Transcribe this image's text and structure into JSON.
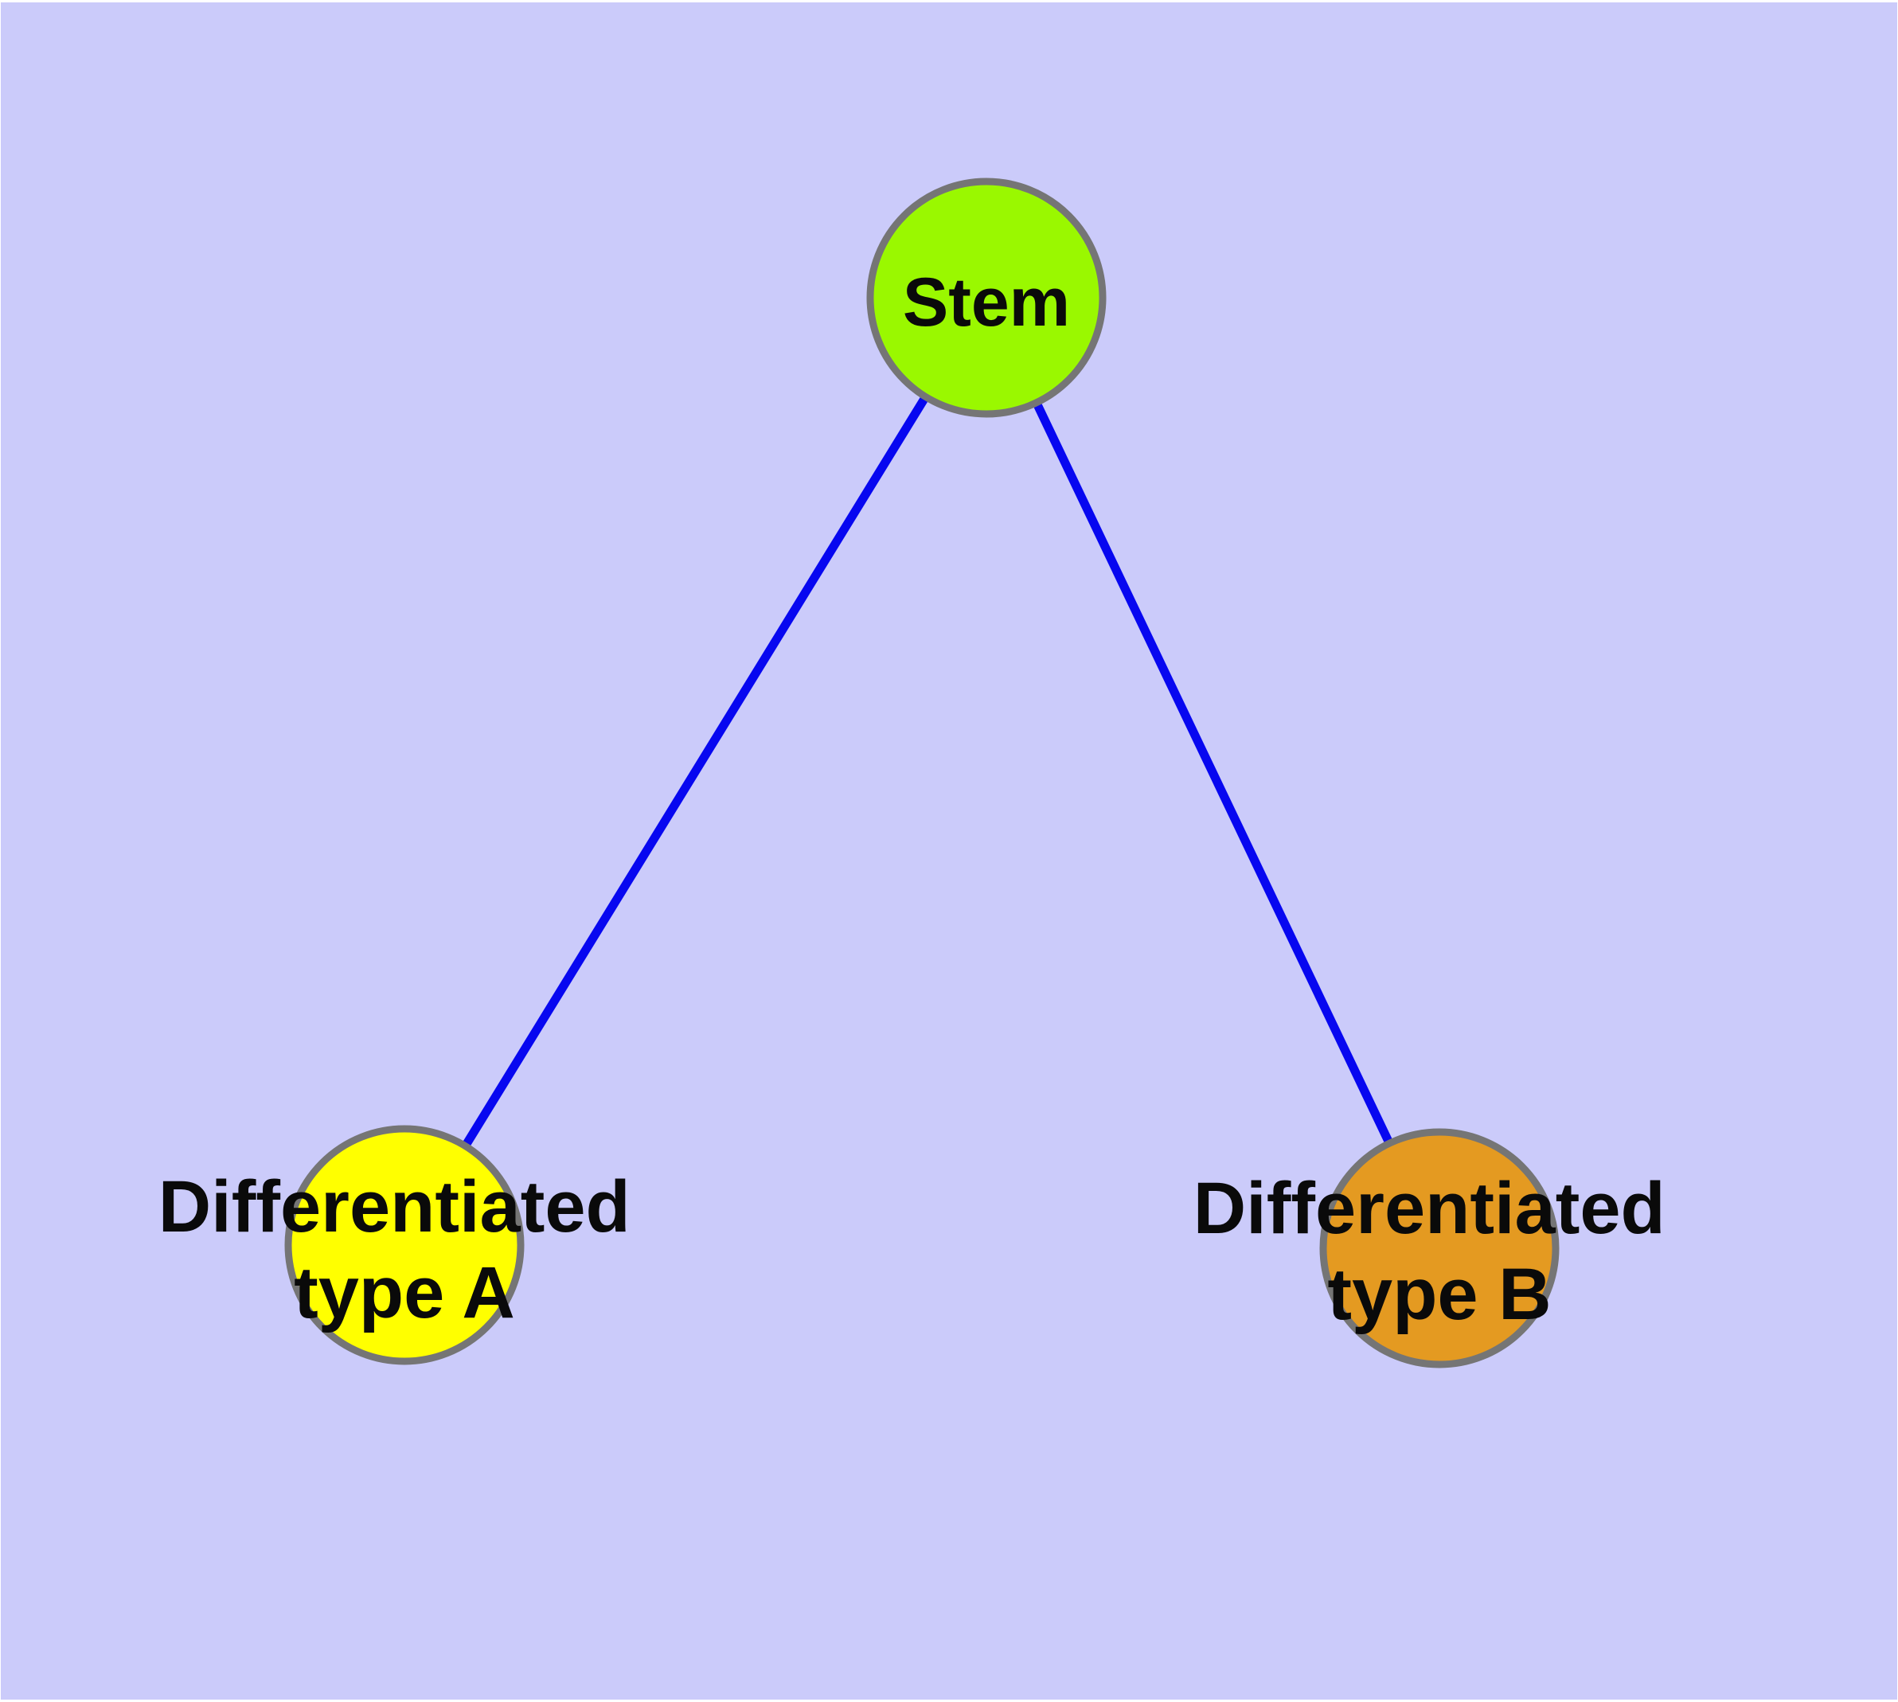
{
  "canvas": {
    "background": "#CBCBFA",
    "outer_border": "#FFFFFF"
  },
  "colors": {
    "edge": "#0707F0",
    "node_border": "#757575",
    "label_text": "#0A0A0A",
    "stem_fill": "#9AF800",
    "type_a_fill": "#FFFF00",
    "type_b_fill": "#E49A21"
  },
  "diagram": {
    "type": "graph",
    "nodes": [
      {
        "id": "stem",
        "label": "Stem",
        "fill": "#9AF800"
      },
      {
        "id": "differentiated-type-a",
        "label_line1": "Differentiated",
        "label_line2": "type A",
        "fill": "#FFFF00"
      },
      {
        "id": "differentiated-type-b",
        "label_line1": "Differentiated",
        "label_line2": "type B",
        "fill": "#E49A21"
      }
    ],
    "edges": [
      {
        "from": "stem",
        "to": "differentiated-type-a"
      },
      {
        "from": "stem",
        "to": "differentiated-type-b"
      }
    ]
  }
}
